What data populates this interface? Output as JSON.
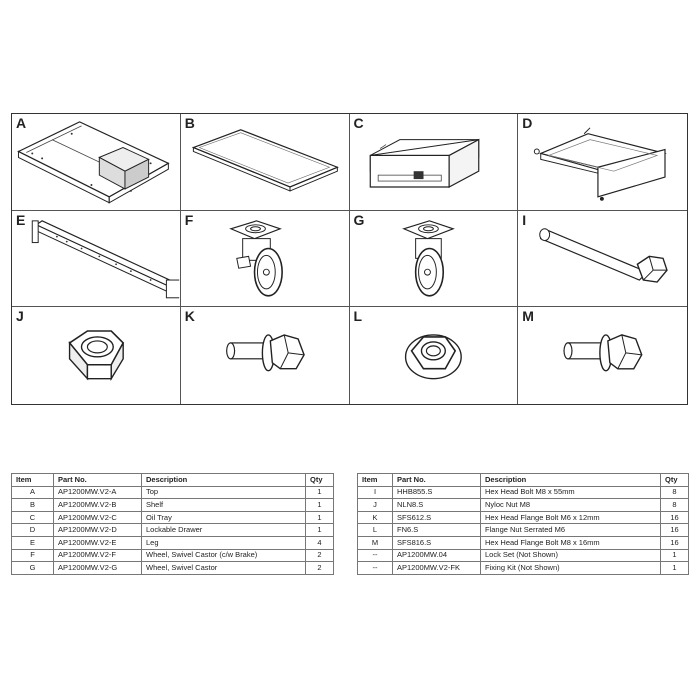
{
  "parts_grid": [
    {
      "letter": "A",
      "icon": "top-frame-icon"
    },
    {
      "letter": "B",
      "icon": "shelf-icon"
    },
    {
      "letter": "C",
      "icon": "oil-tray-icon"
    },
    {
      "letter": "D",
      "icon": "drawer-icon"
    },
    {
      "letter": "E",
      "icon": "leg-icon"
    },
    {
      "letter": "F",
      "icon": "braked-castor-icon"
    },
    {
      "letter": "G",
      "icon": "swivel-castor-icon"
    },
    {
      "letter": "I",
      "icon": "hex-bolt-icon"
    },
    {
      "letter": "J",
      "icon": "nyloc-nut-icon"
    },
    {
      "letter": "K",
      "icon": "flange-bolt-icon"
    },
    {
      "letter": "L",
      "icon": "flange-nut-icon"
    },
    {
      "letter": "M",
      "icon": "flange-bolt-icon"
    }
  ],
  "table_headers": {
    "item": "Item",
    "part_no": "Part No.",
    "description": "Description",
    "qty": "Qty"
  },
  "left_table": [
    {
      "item": "A",
      "part_no": "AP1200MW.V2-A",
      "description": "Top",
      "qty": "1"
    },
    {
      "item": "B",
      "part_no": "AP1200MW.V2-B",
      "description": "Shelf",
      "qty": "1"
    },
    {
      "item": "C",
      "part_no": "AP1200MW.V2-C",
      "description": "Oil Tray",
      "qty": "1"
    },
    {
      "item": "D",
      "part_no": "AP1200MW.V2-D",
      "description": "Lockable Drawer",
      "qty": "1"
    },
    {
      "item": "E",
      "part_no": "AP1200MW.V2-E",
      "description": "Leg",
      "qty": "4"
    },
    {
      "item": "F",
      "part_no": "AP1200MW.V2-F",
      "description": "Wheel, Swivel Castor (c/w Brake)",
      "qty": "2"
    },
    {
      "item": "G",
      "part_no": "AP1200MW.V2-G",
      "description": "Wheel, Swivel Castor",
      "qty": "2"
    }
  ],
  "right_table": [
    {
      "item": "I",
      "part_no": "HHB855.S",
      "description": "Hex Head Bolt M8 x 55mm",
      "qty": "8"
    },
    {
      "item": "J",
      "part_no": "NLN8.S",
      "description": "Nyloc Nut M8",
      "qty": "8"
    },
    {
      "item": "K",
      "part_no": "SFS612.S",
      "description": "Hex Head Flange Bolt M6 x 12mm",
      "qty": "16"
    },
    {
      "item": "L",
      "part_no": "FN6.S",
      "description": "Flange Nut Serrated M6",
      "qty": "16"
    },
    {
      "item": "M",
      "part_no": "SFS816.S",
      "description": "Hex  Head Flange Bolt M8 x 16mm",
      "qty": "16"
    },
    {
      "item": "--",
      "part_no": "AP1200MW.04",
      "description": "Lock Set (Not Shown)",
      "qty": "1"
    },
    {
      "item": "--",
      "part_no": "AP1200MW.V2-FK",
      "description": "Fixing Kit (Not Shown)",
      "qty": "1"
    }
  ]
}
